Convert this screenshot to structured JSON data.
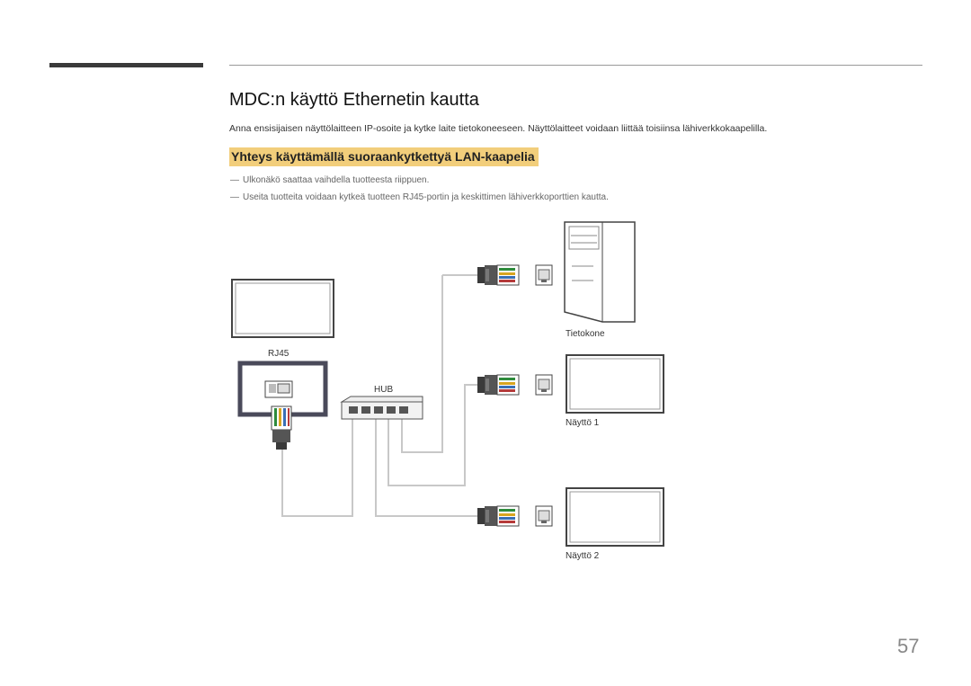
{
  "heading": "MDC:n käyttö Ethernetin kautta",
  "intro": "Anna ensisijaisen näyttölaitteen IP-osoite ja kytke laite tietokoneeseen. Näyttölaitteet voidaan liittää toisiinsa lähiverkkokaapelilla.",
  "subheading": "Yhteys käyttämällä suoraankytkettyä LAN-kaapelia",
  "notes": [
    {
      "dash": "―",
      "text": "Ulkonäkö saattaa vaihdella tuotteesta riippuen."
    },
    {
      "dash": "―",
      "text": "Useita tuotteita voidaan kytkeä tuotteen RJ45-portin ja keskittimen lähiverkkoporttien kautta."
    }
  ],
  "diagram": {
    "rj45_label": "RJ45",
    "hub_label": "HUB",
    "computer_label": "Tietokone",
    "display1_label": "Näyttö 1",
    "display2_label": "Näyttö 2"
  },
  "page_number": "57",
  "colors": {
    "highlight": "#f2ce7b",
    "cable": "#c8c8c8",
    "frame": "#4a4a5a"
  }
}
